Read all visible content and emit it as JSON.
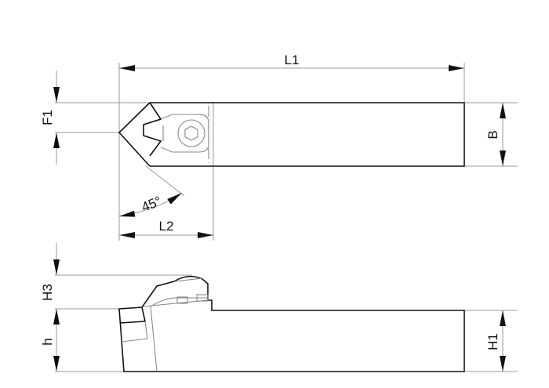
{
  "diagram": {
    "type": "tool-holder-technical-drawing",
    "views": [
      "top-view",
      "side-view"
    ],
    "colors": {
      "outline": "#111111",
      "dimension": "#9a9a9a",
      "background": "#ffffff"
    },
    "labels": {
      "L1": "L1",
      "L2": "L2",
      "F1": "F1",
      "B": "B",
      "angle": "45°",
      "H3": "H3",
      "h": "h",
      "H1": "H1"
    }
  }
}
